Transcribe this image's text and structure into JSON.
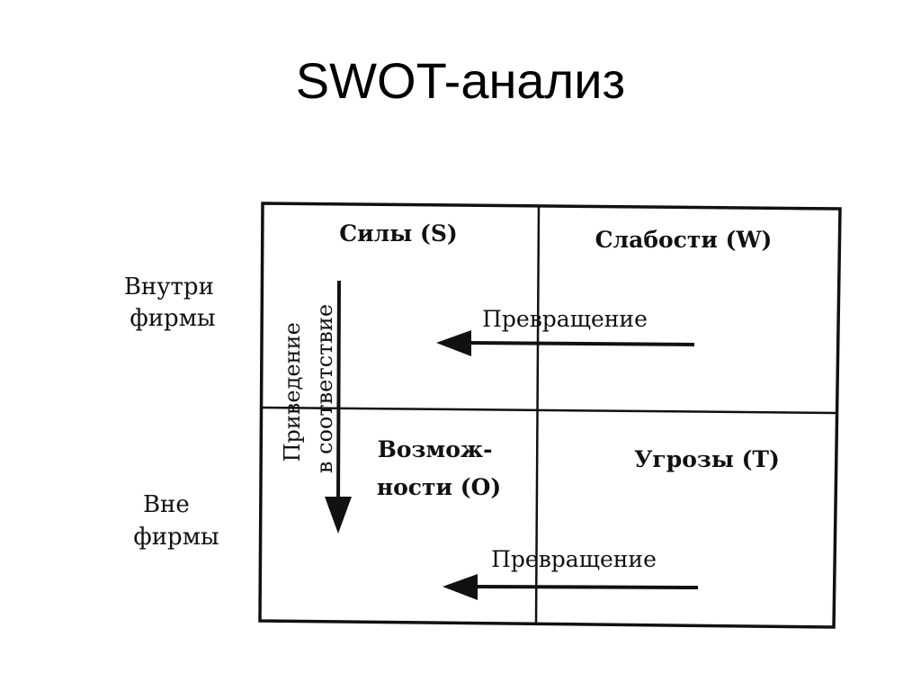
{
  "title": "SWOT-анализ",
  "rows": {
    "inside": [
      "Внутри",
      "фирмы"
    ],
    "outside": [
      "Вне",
      "фирмы"
    ]
  },
  "quadrants": {
    "strengths": "Силы (S)",
    "weaknesses": "Слабости (W)",
    "opportunities": [
      "Возмож-",
      "ности (O)"
    ],
    "threats": "Угрозы (T)"
  },
  "arrows": {
    "top_transform": "Превращение",
    "bottom_transform": "Превращение",
    "alignment": [
      "Приведение",
      "в соответствие"
    ]
  },
  "colors": {
    "ink": "#111111",
    "background": "#ffffff"
  }
}
